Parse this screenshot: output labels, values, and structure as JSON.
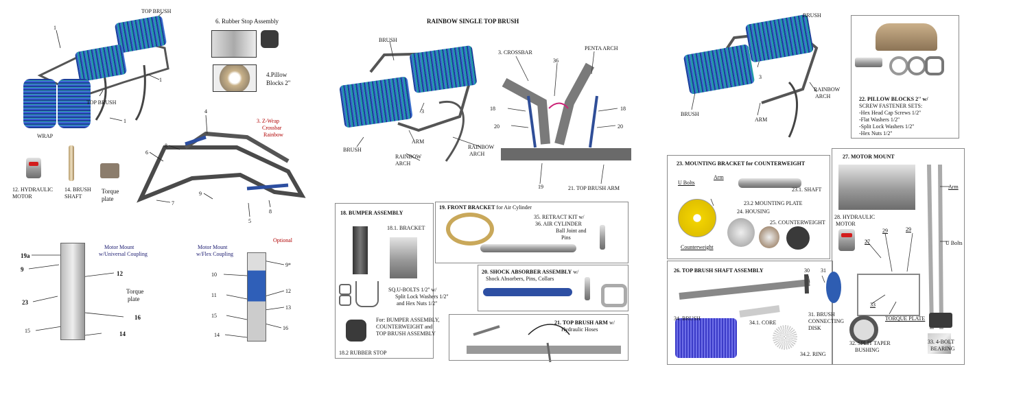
{
  "panel_left": {
    "top_brush_top": "TOP BRUSH",
    "top_brush_bottom": "TOP BRUSH",
    "wrap": "WRAP",
    "callout_1a": "1",
    "callout_1b": "1",
    "callout_1c": "1",
    "rubber_stop_title": "6. Rubber Stop Assembly",
    "pillow_blocks_line1": "4.Pillow",
    "pillow_blocks_line2": "Blocks 2\"",
    "callout_4": "4",
    "z_wrap_line1": "3. Z-Wrap",
    "z_wrap_line2": "Crossbar",
    "z_wrap_line3": "Rainbow",
    "callout_8a": "8",
    "callout_6": "6",
    "callout_7": "7",
    "callout_9": "9",
    "callout_5": "5",
    "callout_8b": "8",
    "hydraulic_motor_line1": "12. HYDRAULIC",
    "hydraulic_motor_line2": "MOTOR",
    "brush_shaft_line1": "14. BRUSH",
    "brush_shaft_line2": "SHAFT",
    "torque_plate_line1": "Torque",
    "torque_plate_line2": "plate",
    "motor_mount_universal_line1": "Motor Mount",
    "motor_mount_universal_line2": "w/Universal Coupling",
    "motor_mount_flex_line1": "Motor Mount",
    "motor_mount_flex_line2": "w/Flex Coupling",
    "optional": "Optional",
    "c19a": "19a",
    "c9": "9",
    "c12": "12",
    "torque_plate2_line1": "Torque",
    "torque_plate2_line2": "plate",
    "c23": "23",
    "c16": "16",
    "c15": "15",
    "c14": "14",
    "f9": "9*",
    "f10": "10",
    "f11": "11",
    "f12": "12",
    "f13": "13",
    "f15": "15",
    "f16": "16",
    "f14": "14"
  },
  "panel_mid": {
    "title": "RAINBOW SINGLE TOP BRUSH",
    "brush_top": "BRUSH",
    "crossbar": "3. CROSSBAR",
    "penta_arch": "PENTA ARCH",
    "c36": "36",
    "c3": "3",
    "c18a": "18",
    "c18b": "18",
    "c20a": "20",
    "c20b": "20",
    "arm": "ARM",
    "brush_bottom": "BRUSH",
    "rainbow_arch_line1": "RAINBOW",
    "rainbow_arch_line2": "ARCH",
    "rainbow_arch2_line1": "RAINBOW",
    "rainbow_arch2_line2": "ARCH",
    "c19": "19",
    "top_brush_arm": "21. TOP BRUSH ARM",
    "bumper_title": "18. BUMPER ASSEMBLY",
    "bracket": "18.1. BRACKET",
    "u_bolts_line1": "SQ.U-BOLTS 1/2'' w/",
    "u_bolts_line2": "Split Lock Washers 1/2''",
    "u_bolts_line3": "and Hex Nuts 1/2''",
    "for_line1": "For: BUMPER ASSEMBLY,",
    "for_line2": "COUNTERWEIGHT and",
    "for_line3": "TOP BRUSH ASSEMBLY",
    "rubber_stop": "18.2  RUBBER STOP",
    "front_bracket_bold": "19. FRONT BRACKET",
    "front_bracket_rest": " for Air Cylinder",
    "retract_line1": "35. RETRACT KIT w/",
    "retract_line2": "36. AIR CYLINDER",
    "retract_line3": "Ball Joint and",
    "retract_line4": "Pins",
    "shock_bold": "20. SHOCK ABSORBER ASSEMBLY",
    "shock_rest": " w/",
    "shock_line2": "Shock Absorbers, Pins, Collars",
    "top_arm_bold": "21. TOP BRUSH ARM",
    "top_arm_rest": " w/",
    "top_arm_line2": "Hydraulic Hoses"
  },
  "panel_right": {
    "brush_top": "BRUSH",
    "c3": "3",
    "rainbow_arch_line1": "RAINBOW",
    "rainbow_arch_line2": "ARCH",
    "brush_left": "BRUSH",
    "arm": "ARM",
    "pillow_line1": "22. PILLOW BLOCKS 2'' w/",
    "pillow_line2": "SCREW FASTENER SETS:",
    "pillow_line3": "-Hex Head Cap Screws 1/2''",
    "pillow_line4": "-Flat Washers 1/2''",
    "pillow_line5": "-Split Lock Washers 1/2''",
    "pillow_line6": "-Hex Nuts 1/2''",
    "mount_bracket_title": "23. MOUNTING BRACKET for COUNTERWEIGHT",
    "u_bolts": "U Bolts",
    "arm2": "Arm",
    "shaft": "23.1. SHAFT",
    "mounting_plate": "23.2  MOUNTING PLATE",
    "housing": "24. HOUSING",
    "counterweight_num": "25. COUNTERWEIGHT",
    "counterweight": "Counterweight",
    "motor_mount_title": "27. MOTOR MOUNT",
    "arm3": "Arm",
    "hydraulic_line1": "28. HYDRAULIC",
    "hydraulic_line2": "MOTOR",
    "c29a": "29",
    "c29b": "29",
    "u_bolts2": "U Bolts",
    "c27": "27",
    "c33": "33",
    "torque_plate": "TORQUE PLATE",
    "shaft_assembly_title": "26. TOP BRUSH SHAFT ASSEMBLY",
    "c30": "30",
    "c31": "31",
    "brush34": "34.  BRUSH",
    "core": "34.1.  CORE",
    "connecting_line1": "31.  BRUSH",
    "connecting_line2": "CONNECTING",
    "connecting_line3": "DISK",
    "ring": "34.2.  RING",
    "split_taper_line1": "32. SPLIT TAPER",
    "split_taper_line2": "BUSHING",
    "bearing_line1": "33. 4-BOLT",
    "bearing_line2": "BEARING"
  }
}
